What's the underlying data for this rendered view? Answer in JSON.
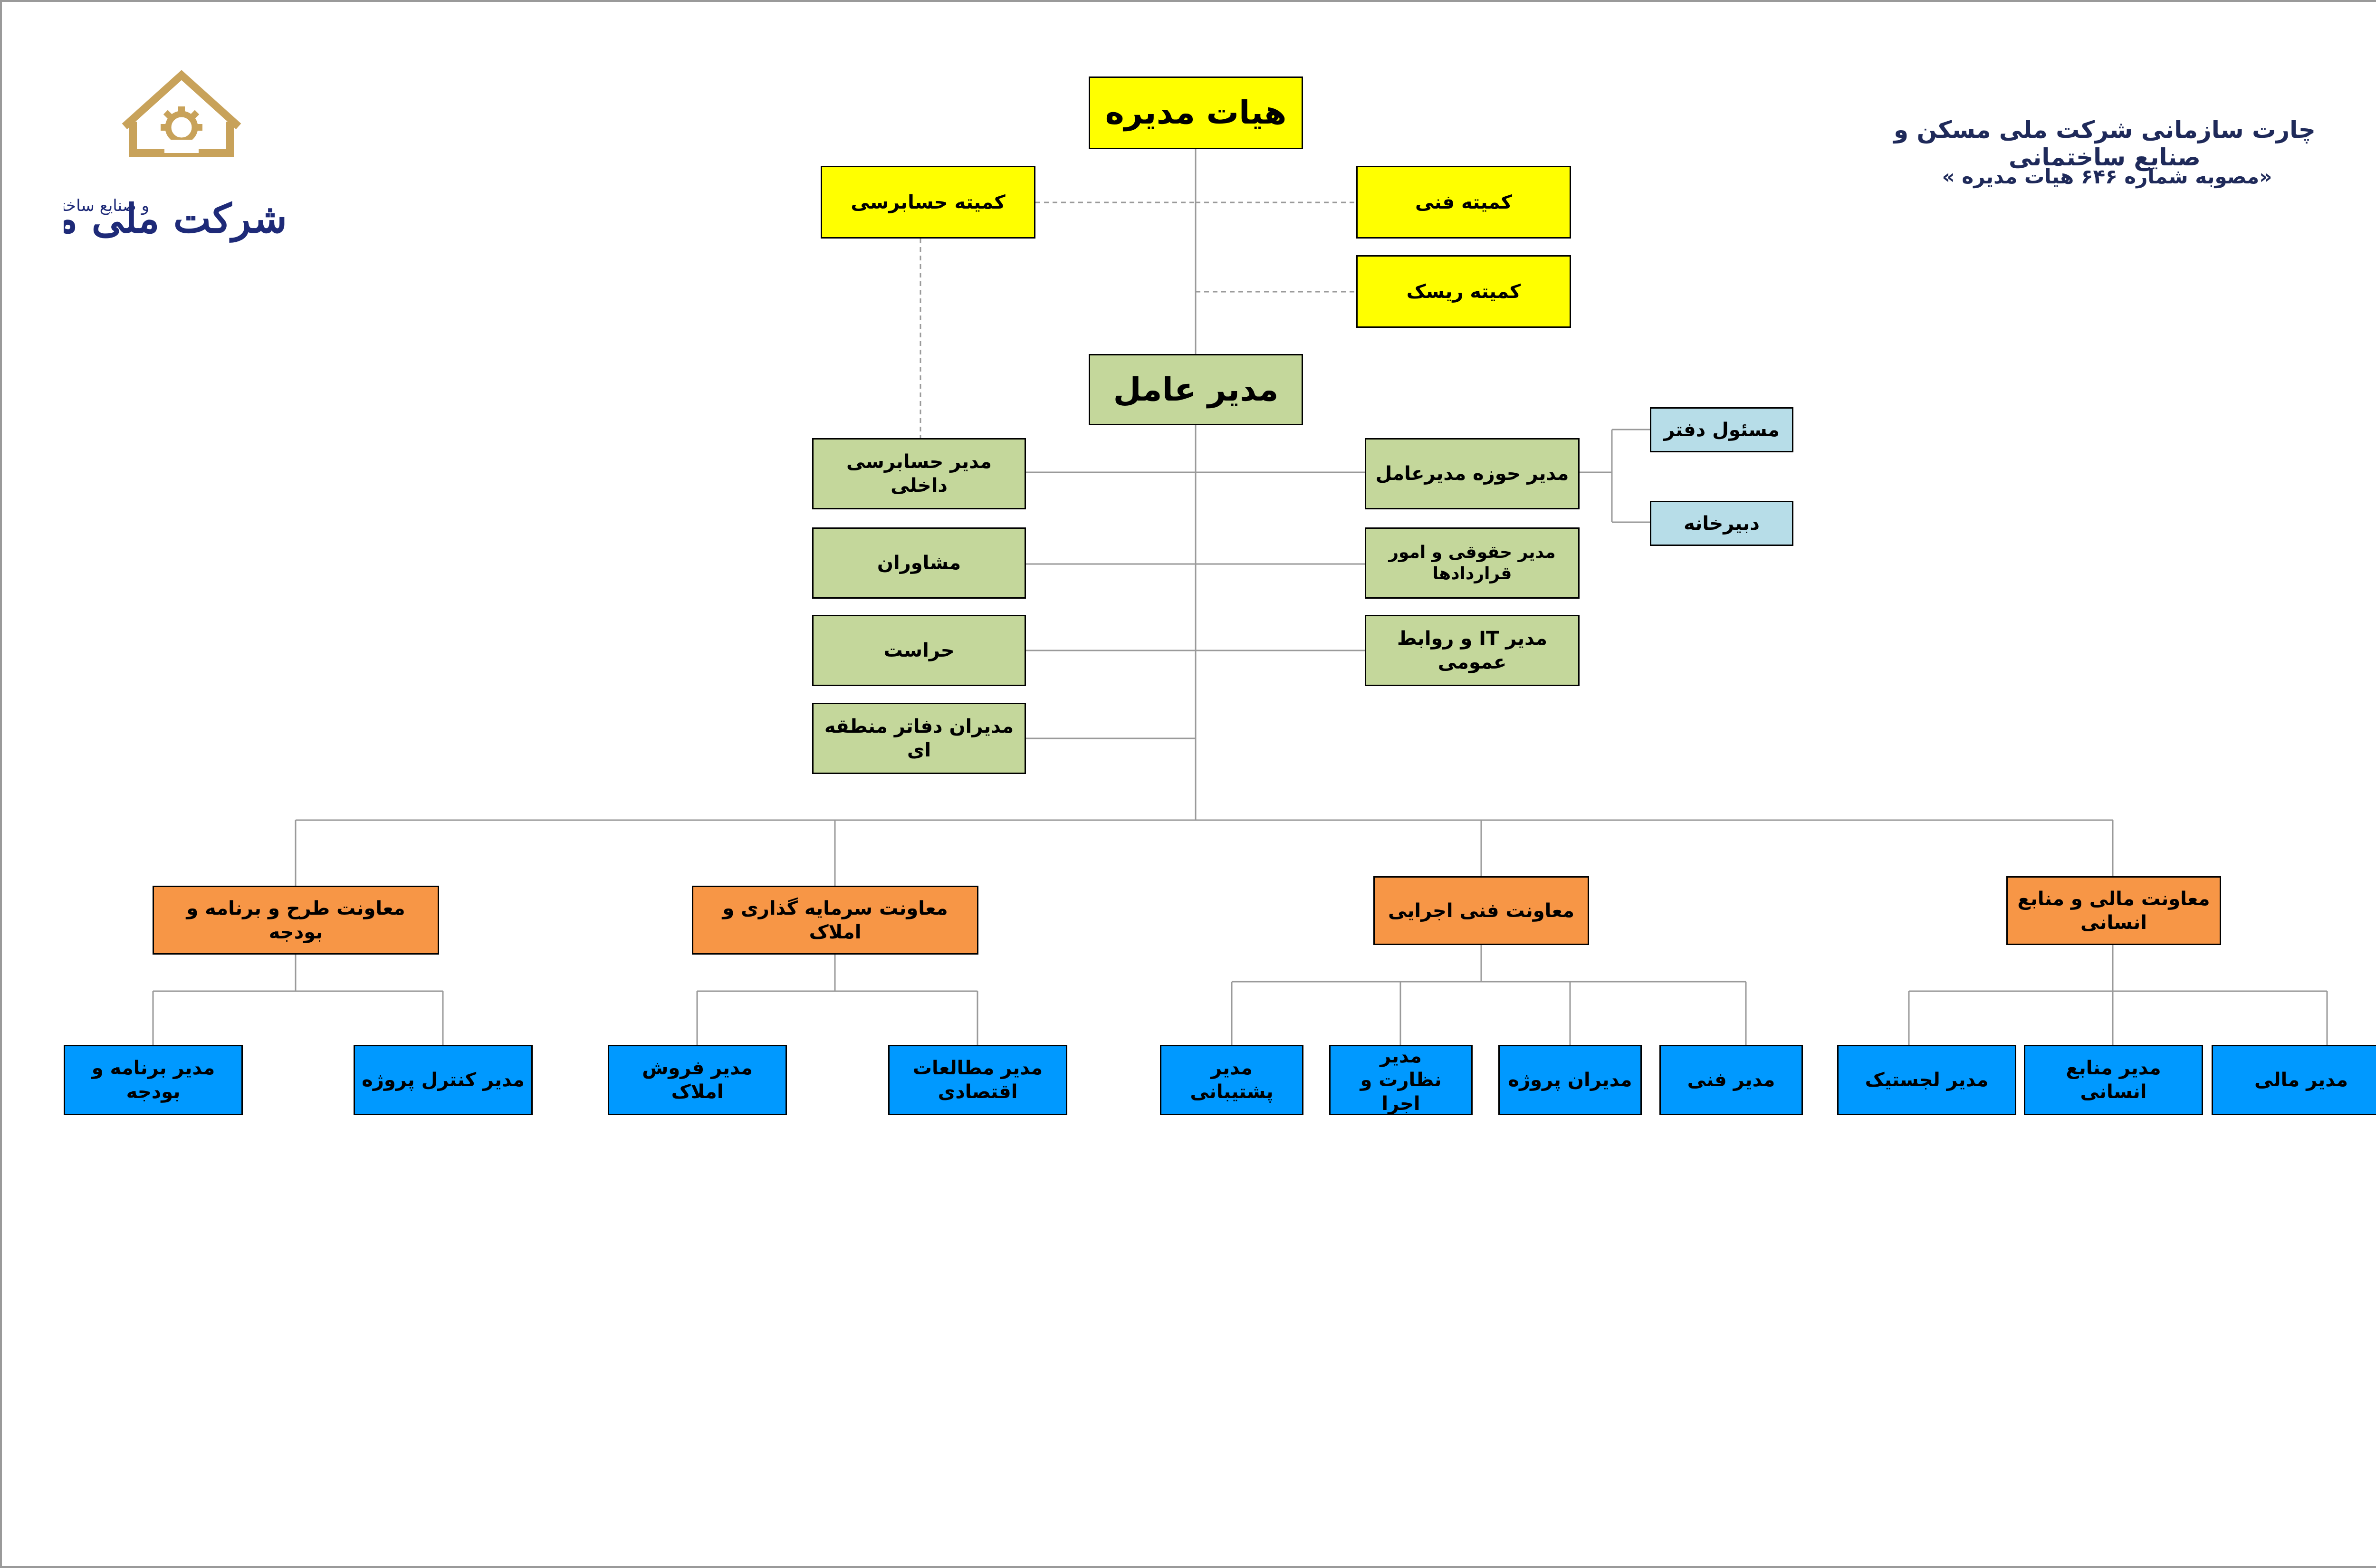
{
  "header": {
    "title": "چارت سازمانی شرکت ملی مسکن و صنایع ساختمانی",
    "subtitle": "«مصوبه شماره ۶۴۶ هیات مدیره »"
  },
  "logo": {
    "text_main": "شرکت ملی مسکن",
    "text_sub": "و صنایع ساختمانی",
    "color_gold": "#c8a25a",
    "color_navy": "#1e2a78"
  },
  "board": {
    "label": "هیات مدیره",
    "audit_committee": "کمیته حسابرسی",
    "technical_committee": "کمیته فنی",
    "risk_committee": "کمیته ریسک"
  },
  "ceo": {
    "label": "مدیر عامل",
    "internal_audit": "مدیر حسابرسی داخلی",
    "advisors": "مشاوران",
    "security": "حراست",
    "regional_managers": "مدیران دفاتر منطقه ای",
    "ceo_office": "مدیر حوزه مدیرعامل",
    "legal": "مدیر حقوقی و امور قراردادها",
    "it_pr": "مدیر IT و روابط عمومی",
    "office_head": "مسئول دفتر",
    "secretariat": "دبیرخانه"
  },
  "deputies": [
    {
      "label": "معاونت  طرح و برنامه و بودجه",
      "units": [
        "مدیر کنترل پروژه",
        "مدیر برنامه و بودجه"
      ]
    },
    {
      "label": "معاونت سرمایه گذاری و املاک",
      "units": [
        "مدیر مطالعات اقتصادی",
        "مدیر فروش املاک"
      ]
    },
    {
      "label": "معاونت  فنی اجرایی",
      "units": [
        "مدیر فنی",
        "مدیران پروژه",
        "مدیر نظارت و اجرا",
        "مدیر پشتیبانی"
      ]
    },
    {
      "label": "معاونت مالی و منابع انسانی",
      "units": [
        "مدیر مالی",
        "مدیر منابع انسانی",
        "مدیر لجستیک"
      ]
    }
  ],
  "colors": {
    "committee": "#ffff00",
    "management": "#c4d79b",
    "deputy": "#f79646",
    "unit": "#0099ff",
    "office": "#b7dde8"
  }
}
